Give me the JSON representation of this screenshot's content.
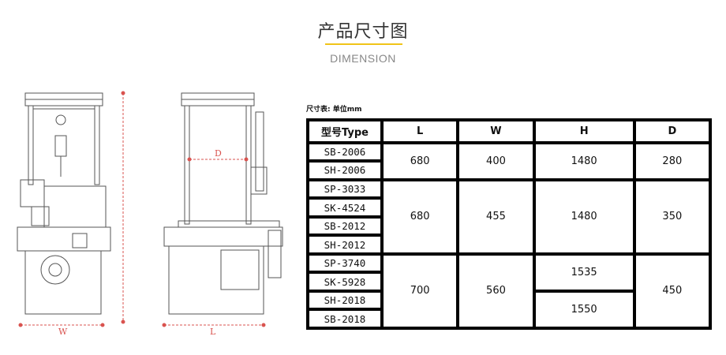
{
  "header": {
    "title": "产品尺寸图",
    "subtitle": "DIMENSION"
  },
  "drawings": {
    "front": {
      "width_label": "W"
    },
    "side": {
      "depth_label": "D",
      "length_label": "L"
    }
  },
  "table": {
    "unit_label": "尺寸表: 单位mm",
    "headers": [
      "型号Type",
      "L",
      "W",
      "H",
      "D"
    ],
    "groups": [
      {
        "models": [
          "SB-2006",
          "SH-2006"
        ],
        "L": "680",
        "W": "400",
        "H": [
          "1480"
        ],
        "D": "280"
      },
      {
        "models": [
          "SP-3033",
          "SK-4524",
          "SB-2012",
          "SH-2012"
        ],
        "L": "680",
        "W": "455",
        "H": [
          "1480"
        ],
        "D": "350"
      },
      {
        "models": [
          "SP-3740",
          "SK-5928",
          "SH-2018",
          "SB-2018"
        ],
        "L": "700",
        "W": "560",
        "H": [
          "1535",
          "1550"
        ],
        "D": "450"
      }
    ]
  },
  "colors": {
    "accent": "#f0c419",
    "dimension_line": "#d9534f"
  }
}
